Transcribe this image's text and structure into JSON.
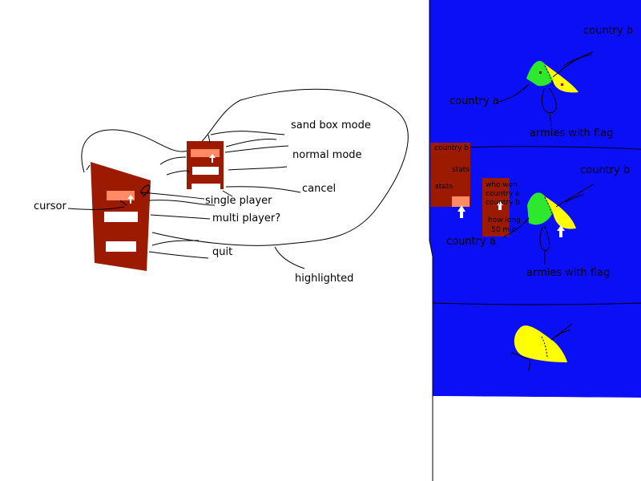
{
  "colors": {
    "menu_red": "#9b1a00",
    "highlight": "#ff8a65",
    "sea_blue": "#0a0ff5",
    "country_green": "#2ee82e",
    "country_yellow": "#ffff00"
  },
  "menu_annotations": {
    "cursor": "cursor",
    "sandbox_mode": "sand box mode",
    "normal_mode": "normal mode",
    "cancel": "cancel",
    "single_player": "single player",
    "multi_player": "multi player?",
    "quit": "quit",
    "highlighted": "highlighted"
  },
  "map_panels": {
    "panel1": {
      "country_b": "country b",
      "country_a": "country a",
      "armies": "armies with flag"
    },
    "panel2": {
      "country_b": "country b",
      "country_a": "country a",
      "armies": "armies with flag",
      "stats_box": {
        "country_b": "country b",
        "stats_1": "stats",
        "stats_2": "stats"
      },
      "war_box": {
        "line1": "who won",
        "line2": "country a",
        "line3": "country b",
        "line4": "how long",
        "line5": "50 min"
      }
    }
  }
}
